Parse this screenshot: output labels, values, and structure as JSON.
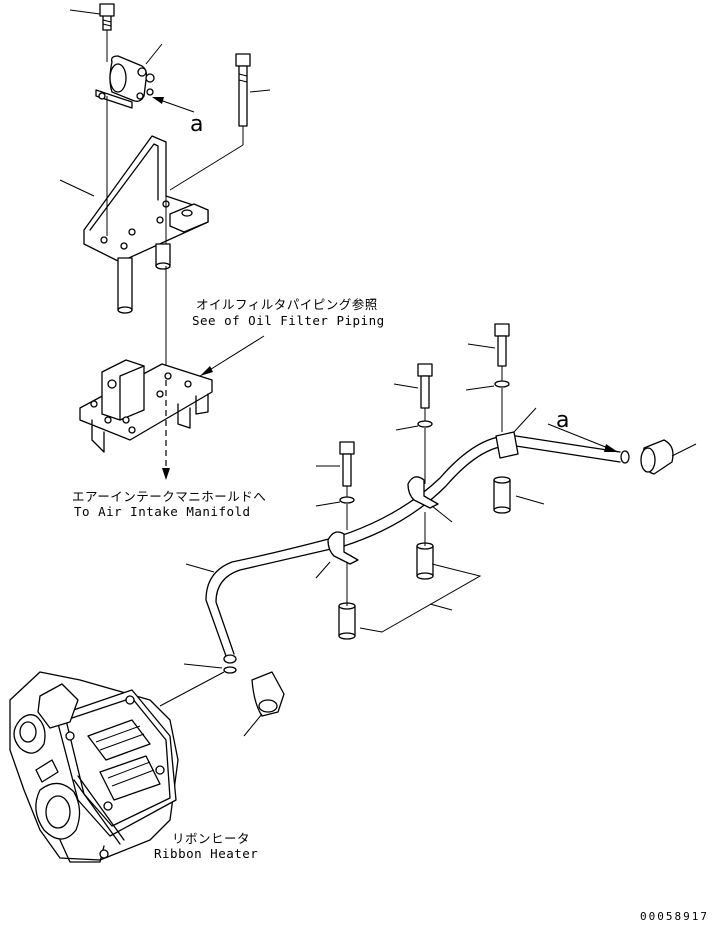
{
  "callouts": {
    "oil_filter_ref_jp": "オイルフィルタパイピング参照",
    "oil_filter_ref_en": "See of Oil Filter Piping",
    "intake_manifold_jp": "エアーインテークマニホールドへ",
    "intake_manifold_en": "To Air Intake Manifold",
    "ribbon_heater_jp": "リボンヒータ",
    "ribbon_heater_en": "Ribbon Heater"
  },
  "detail_letters": {
    "left": "a",
    "right": "a"
  },
  "drawing_code": "00058917"
}
